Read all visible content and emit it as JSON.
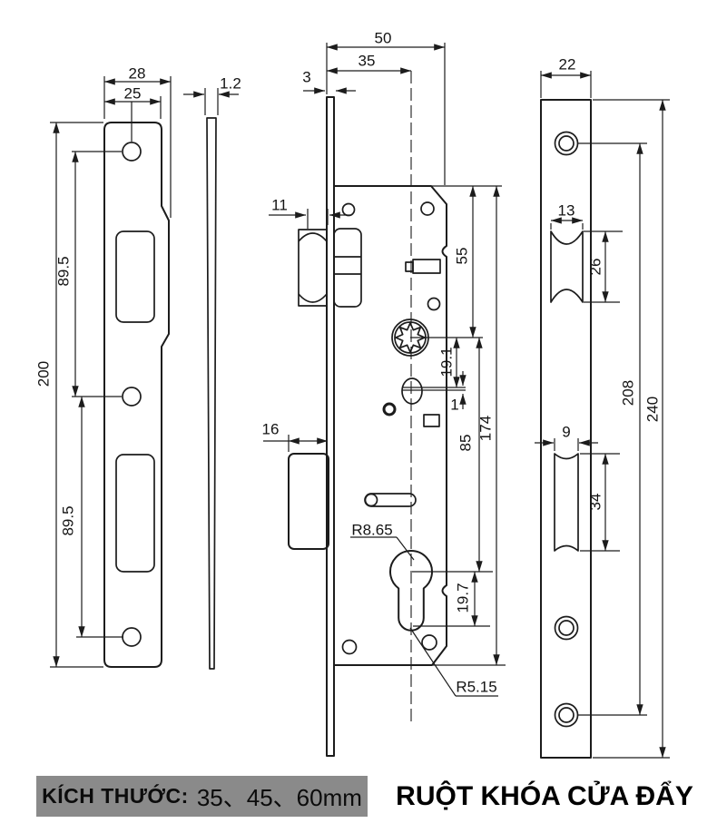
{
  "drawing": {
    "strike_plate": {
      "outer_width": "28",
      "inner_width": "25",
      "total_height": "200",
      "upper_hole_span": "89.5",
      "lower_hole_span": "89.5"
    },
    "side_plate": {
      "thickness": "1.2"
    },
    "lock_body": {
      "body_width": "50",
      "backset": "35",
      "faceplate_thickness": "3",
      "latch_throw": "11",
      "bolt_throw": "16",
      "top_to_spindle": "55",
      "spindle_to_oval": "19.1",
      "oval_gap": "1",
      "spindle_to_cylinder": "85",
      "body_height": "174",
      "cylinder_to_key_tip": "19.7",
      "cylinder_radius": "R8.65",
      "key_slot_radius": "R5.15"
    },
    "face_plate": {
      "width": "22",
      "latch_cutout_width": "13",
      "latch_cutout_height": "26",
      "bolt_cutout_width": "9",
      "bolt_cutout_height": "34",
      "screw_hole_span": "208",
      "total_height": "240"
    }
  },
  "footer": {
    "size_label": "KÍCH THƯỚC:",
    "size_values": "35、45、60mm",
    "title": "RUỘT KHÓA CỬA ĐẨY"
  }
}
